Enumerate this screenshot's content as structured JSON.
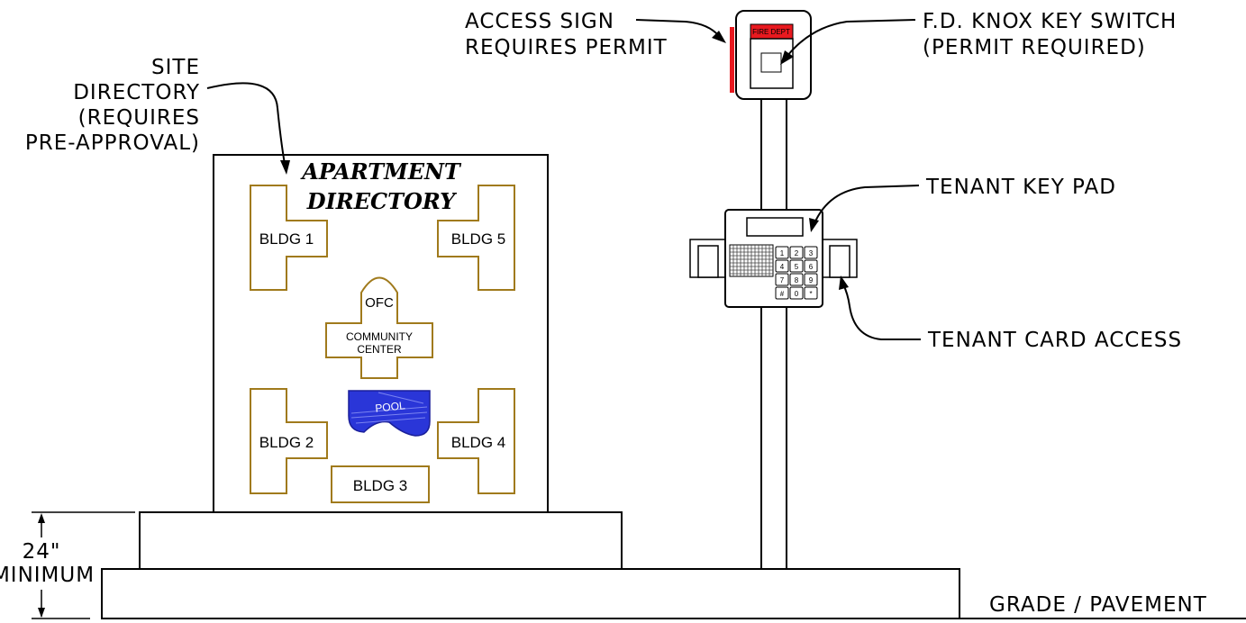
{
  "callouts": {
    "site_directory": [
      "SITE",
      "DIRECTORY",
      "(REQUIRES",
      "PRE-APPROVAL)"
    ],
    "access_sign": [
      "ACCESS SIGN",
      "REQUIRES PERMIT"
    ],
    "knox_switch": [
      "F.D. KNOX KEY SWITCH",
      "(PERMIT REQUIRED)"
    ],
    "key_pad": "TENANT KEY PAD",
    "card_access": "TENANT CARD ACCESS",
    "grade": "GRADE / PAVEMENT",
    "height": [
      "24\"",
      "MINIMUM"
    ]
  },
  "directory": {
    "title": [
      "APARTMENT",
      "DIRECTORY"
    ],
    "buildings": {
      "bldg1": "BLDG 1",
      "bldg2": "BLDG 2",
      "bldg3": "BLDG 3",
      "bldg4": "BLDG 4",
      "bldg5": "BLDG 5"
    },
    "office": "OFC",
    "community_center": [
      "COMMUNITY",
      "CENTER"
    ],
    "pool": "POOL"
  },
  "knox_box_label": "FIRE DEPT",
  "keypad_keys": [
    [
      "1",
      "2",
      "3"
    ],
    [
      "4",
      "5",
      "6"
    ],
    [
      "7",
      "8",
      "9"
    ],
    [
      "#",
      "0",
      "*"
    ]
  ],
  "colors": {
    "outline": "#000000",
    "building": "#a07a1c",
    "pool": "#2a36d8",
    "fire_red": "#e8191f"
  }
}
